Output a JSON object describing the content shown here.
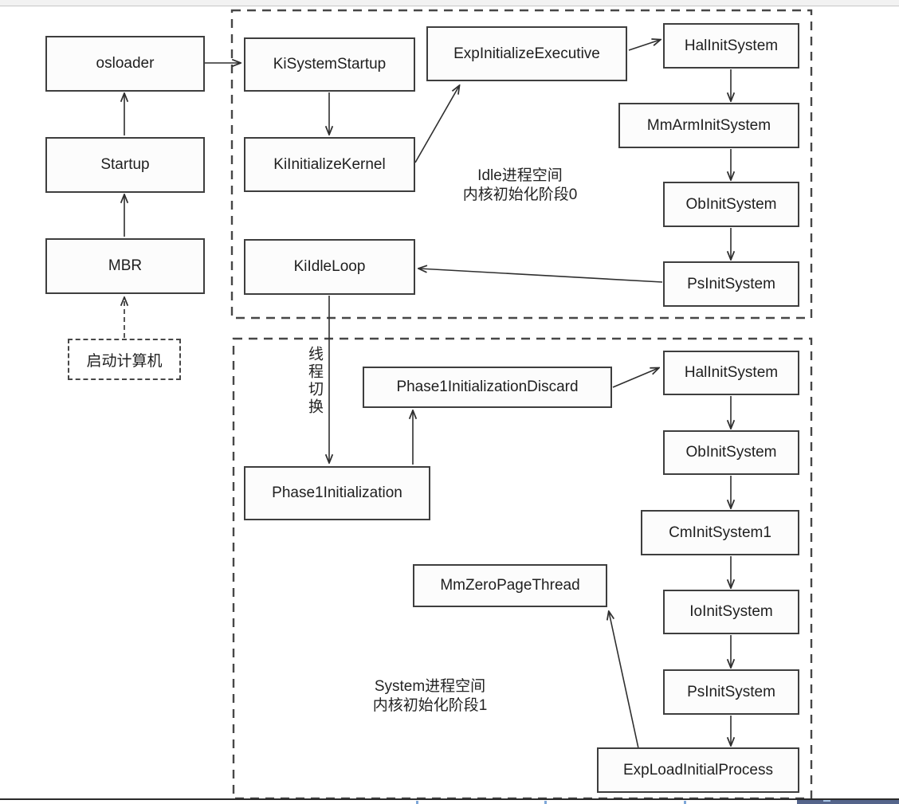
{
  "diagram": {
    "description": "Windows kernel boot initialization flow diagram"
  },
  "colors": {
    "background": "#ffffff",
    "box_border": "#3e3e3e",
    "dashed_border": "#474747",
    "connector_line": "#2f2f2f",
    "top_strip": "#f2f2f2",
    "bottom_line": "#2b2b2b",
    "bottom_bar": "#55658b",
    "tick_blue": "#7ea7d8"
  },
  "regions": {
    "phase0": {
      "label_line1": "Idle进程空间",
      "label_line2": "内核初始化阶段0"
    },
    "phase1": {
      "label_line1": "System进程空间",
      "label_line2": "内核初始化阶段1"
    }
  },
  "edge_labels": {
    "thread_switch": "线程切换"
  },
  "nodes": {
    "osloader": {
      "label": "osloader"
    },
    "startup": {
      "label": "Startup"
    },
    "mbr": {
      "label": "MBR"
    },
    "boot_computer": {
      "label": "启动计算机"
    },
    "ki_system_startup": {
      "label": "KiSystemStartup"
    },
    "ki_initialize_kernel": {
      "label": "KiInitializeKernel"
    },
    "ki_idle_loop": {
      "label": "KiIdleLoop"
    },
    "exp_initialize_executive": {
      "label": "ExpInitializeExecutive"
    },
    "hal_init_system_p0": {
      "label": "HalInitSystem"
    },
    "mm_arm_init_system": {
      "label": "MmArmInitSystem"
    },
    "ob_init_system_p0": {
      "label": "ObInitSystem"
    },
    "ps_init_system_p0": {
      "label": "PsInitSystem"
    },
    "phase1_initialization_discard": {
      "label": "Phase1InitializationDiscard"
    },
    "phase1_initialization": {
      "label": "Phase1Initialization"
    },
    "mm_zero_page_thread": {
      "label": "MmZeroPageThread"
    },
    "hal_init_system_p1": {
      "label": "HalInitSystem"
    },
    "ob_init_system_p1": {
      "label": "ObInitSystem"
    },
    "cm_init_system1": {
      "label": "CmInitSystem1"
    },
    "io_init_system": {
      "label": "IoInitSystem"
    },
    "ps_init_system_p1": {
      "label": "PsInitSystem"
    },
    "exp_load_initial_process": {
      "label": "ExpLoadInitialProcess"
    }
  }
}
